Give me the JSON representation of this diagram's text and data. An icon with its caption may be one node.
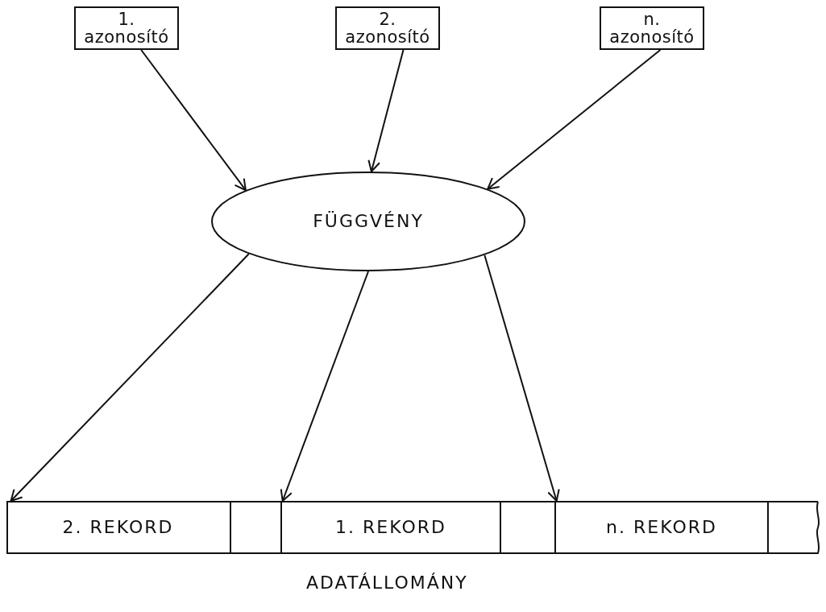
{
  "diagram": {
    "nodes": [
      {
        "text": [
          "1. azonosító"
        ]
      },
      {
        "text": [
          "2. azonosító"
        ]
      },
      {
        "text": [
          "n. azonosító"
        ]
      },
      {
        "text": [
          "FÜGGVÉNY"
        ]
      },
      {
        "text": [],
        "shape": "bar"
      },
      {
        "text": [
          "2. REKORD"
        ],
        "in": 4
      },
      {
        "text": [],
        "shape": "box",
        "in": 4
      },
      {
        "text": [
          "1. REKORD"
        ],
        "in": 4
      },
      {
        "text": [],
        "shape": "box",
        "in": 4
      },
      {
        "text": [
          "n. REKORD"
        ],
        "in": 4
      },
      {
        "text": [],
        "shape": "box",
        "in": 4
      }
    ],
    "edges": [
      {
        "from": 0,
        "to": 3,
        "arrow": "to"
      },
      {
        "from": 1,
        "to": 3,
        "arrow": "to"
      },
      {
        "from": 2,
        "to": 3,
        "arrow": "to"
      },
      {
        "from": 3,
        "to": 5,
        "arrow": "to"
      },
      {
        "from": 3,
        "to": 7,
        "arrow": "to"
      },
      {
        "from": 3,
        "to": 9,
        "arrow": "to"
      }
    ],
    "labels": [
      "ADATÁLLOMÁNY"
    ]
  }
}
